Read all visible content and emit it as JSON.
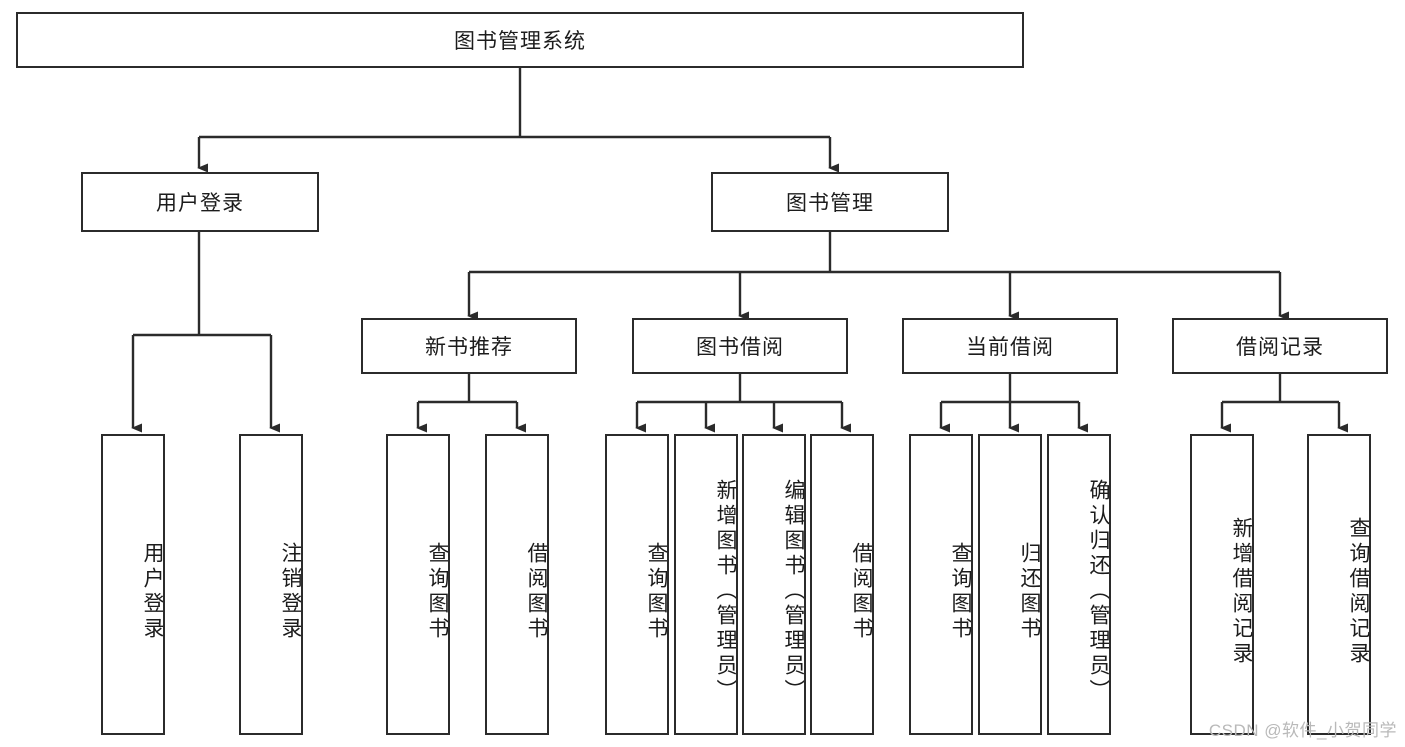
{
  "diagram": {
    "title": "图书管理系统",
    "type": "tree-hierarchy-chart",
    "watermark": "CSDN @软件_小贺同学",
    "colors": {
      "box_border": "#2b2b2b",
      "box_fill": "#ffffff",
      "edge": "#2b2b2b",
      "text": "#1c1c1c",
      "watermark": "#b9b9b9",
      "background": "#ffffff"
    }
  },
  "nodes": {
    "root": {
      "label": "图书管理系统"
    },
    "level2": [
      {
        "label": "用户登录"
      },
      {
        "label": "图书管理"
      }
    ],
    "level3": [
      {
        "label": "新书推荐"
      },
      {
        "label": "图书借阅"
      },
      {
        "label": "当前借阅"
      },
      {
        "label": "借阅记录"
      }
    ],
    "leaves": [
      {
        "label": "用户登录"
      },
      {
        "label": "注销登录"
      },
      {
        "label": "查询图书"
      },
      {
        "label": "借阅图书"
      },
      {
        "label": "查询图书"
      },
      {
        "label": "新增图书（管理员）"
      },
      {
        "label": "编辑图书（管理员）"
      },
      {
        "label": "借阅图书"
      },
      {
        "label": "查询图书"
      },
      {
        "label": "归还图书"
      },
      {
        "label": "确认归还（管理员）"
      },
      {
        "label": "新增借阅记录"
      },
      {
        "label": "查询借阅记录"
      }
    ]
  },
  "hierarchy": {
    "图书管理系统": [
      "用户登录",
      "图书管理"
    ],
    "用户登录": [
      "用户登录",
      "注销登录"
    ],
    "图书管理": [
      "新书推荐",
      "图书借阅",
      "当前借阅",
      "借阅记录"
    ],
    "新书推荐": [
      "查询图书",
      "借阅图书"
    ],
    "图书借阅": [
      "查询图书",
      "新增图书（管理员）",
      "编辑图书（管理员）",
      "借阅图书"
    ],
    "当前借阅": [
      "查询图书",
      "归还图书",
      "确认归还（管理员）"
    ],
    "借阅记录": [
      "新增借阅记录",
      "查询借阅记录"
    ]
  }
}
